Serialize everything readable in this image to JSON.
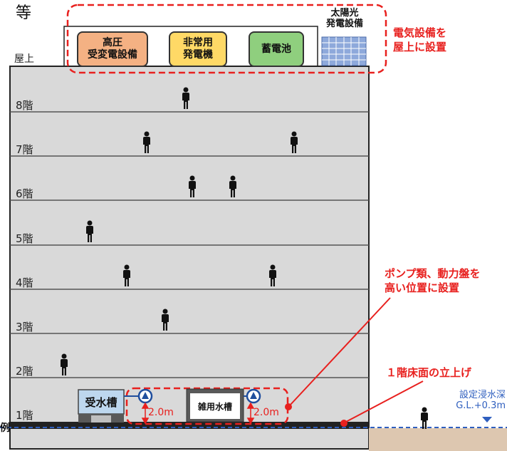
{
  "header": {
    "fragment": "等"
  },
  "roof": {
    "label": "屋上",
    "equipment": [
      {
        "label": "高圧\n受変電設備",
        "color": "#f4b183"
      },
      {
        "label": "非常用\n発電機",
        "color": "#ffd966"
      },
      {
        "label": "蓄電池",
        "color": "#8fcf7e"
      }
    ],
    "solar": {
      "label": "太陽光\n発電設備",
      "color": "#8ea9db"
    }
  },
  "floors": [
    "8階",
    "7階",
    "6階",
    "5階",
    "4階",
    "3階",
    "2階",
    "1階"
  ],
  "tanks": {
    "receiving": "受水槽",
    "misc": "雑用水槽",
    "height_left": "2.0m",
    "height_right": "2.0m"
  },
  "annotations": {
    "roof_note": "電気設備を\n屋上に設置",
    "pump_note": "ポンプ類、動力盤を\n高い位置に設置",
    "floor_note": "１階床面の立上げ",
    "flood_depth": "設定浸水深\nG.L.+0.3m",
    "edge_fragment": "例"
  },
  "colors": {
    "building": "#d9d9d9",
    "red": "#e8201e",
    "flood_line": "#2f5fbf",
    "ground": "#ddc7b0"
  }
}
